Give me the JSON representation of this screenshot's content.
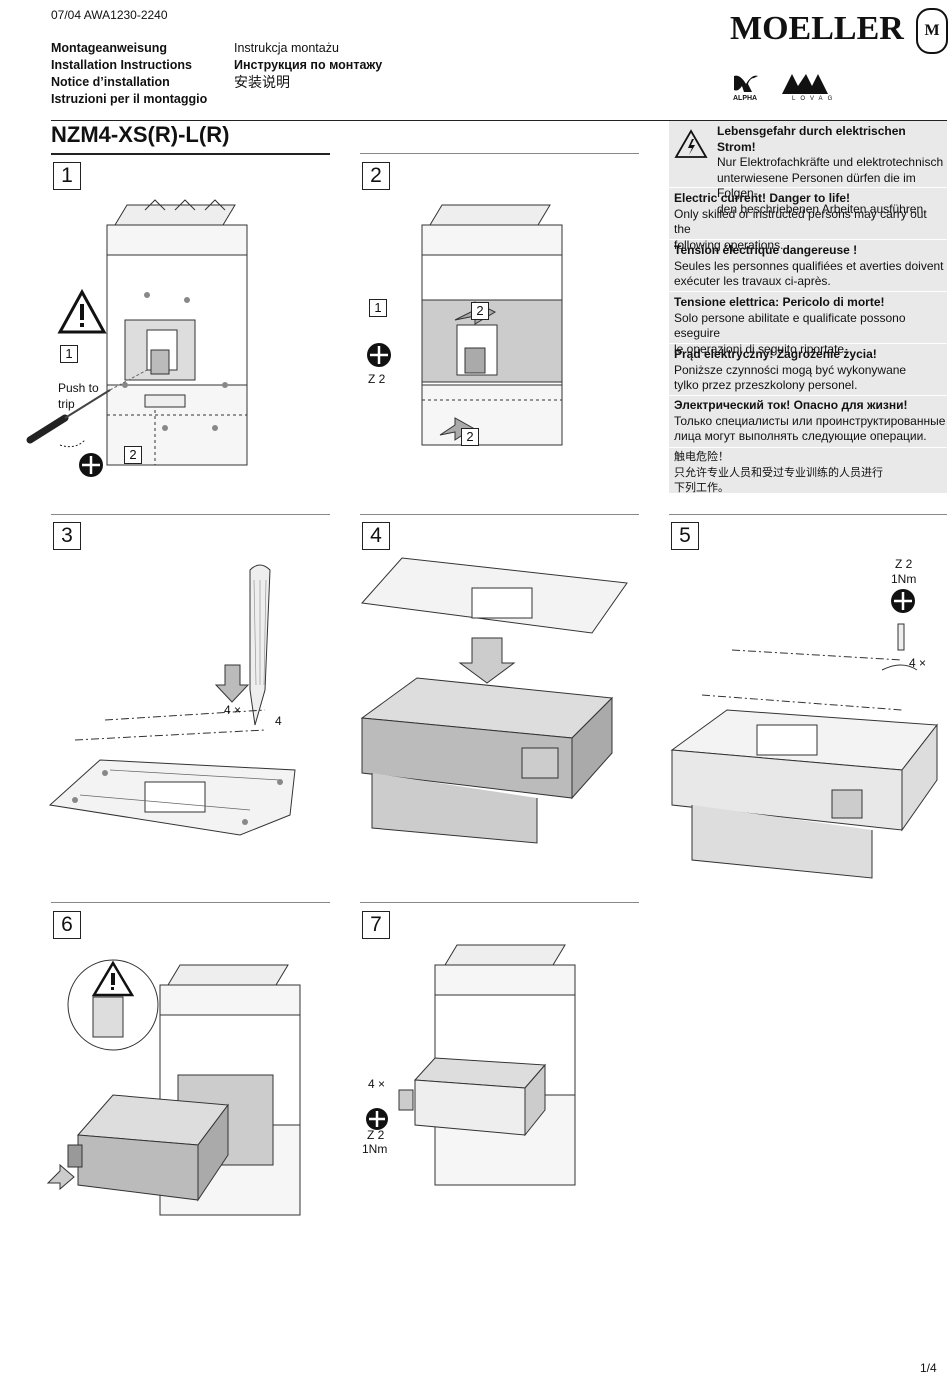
{
  "header": {
    "doc_code": "07/04 AWA1230-2240",
    "titles_left": [
      "Montageanweisung",
      "Installation Instructions",
      "Notice d’installation",
      "Istruzioni per il montaggio"
    ],
    "titles_right": [
      "Instrukcja montażu",
      "Инструкция по монтажу",
      "安装说明"
    ],
    "brand": "MOELLER",
    "brand_emblem": "M",
    "logo_alpha": "ALPHA",
    "logo_lovag": "LOVAG"
  },
  "product_title": "NZM4-XS(R)-L(R)",
  "warning": {
    "de_title": "Lebensgefahr durch elektrischen Strom!",
    "de_body": [
      "Nur Elektrofachkräfte und elektrotechnisch",
      "unterwiesene Personen dürfen die im Folgen-",
      "den beschriebenen Arbeiten ausführen."
    ],
    "en_title": "Electric current! Danger to life!",
    "en_body": [
      "Only skilled or instructed persons may carry out the",
      "following operations."
    ],
    "fr_title": "Tension électrique dangereuse !",
    "fr_body": [
      "Seules les personnes qualifiées et averties doivent",
      "exécuter les travaux ci-après."
    ],
    "it_title": "Tensione elettrica: Pericolo di morte!",
    "it_body": [
      "Solo persone abilitate e qualificate possono eseguire",
      "le operazioni di seguito riportate."
    ],
    "pl_title": "Prąd elektryczny! Zagrożenie życia!",
    "pl_body": [
      "Poniższe czynności mogą być wykonywane",
      "tylko przez przeszkolony personel."
    ],
    "ru_title": "Электрический ток! Опасно для жизни!",
    "ru_body": [
      "Только специалисты или проинструктированные",
      "лица могут выполнять следующие операции."
    ],
    "zh_title": "触电危险！",
    "zh_body": [
      "只允许专业人员和受过专业训练的人员进行",
      "下列工作。"
    ]
  },
  "steps": {
    "s1": {
      "num": "1",
      "callout_a": "1",
      "callout_b": "2",
      "push_to": "Push to",
      "trip": "trip"
    },
    "s2": {
      "num": "2",
      "callout_1": "1",
      "callout_2a": "2",
      "callout_2b": "2",
      "tool": "Z 2"
    },
    "s3": {
      "num": "3",
      "count": "4 ×",
      "dim": "4"
    },
    "s4": {
      "num": "4"
    },
    "s5": {
      "num": "5",
      "tool": "Z 2",
      "torque": "1Nm",
      "count": "4 ×"
    },
    "s6": {
      "num": "6"
    },
    "s7": {
      "num": "7",
      "count": "4 ×",
      "tool": "Z 2",
      "torque": "1Nm"
    }
  },
  "page_number": "1/4"
}
